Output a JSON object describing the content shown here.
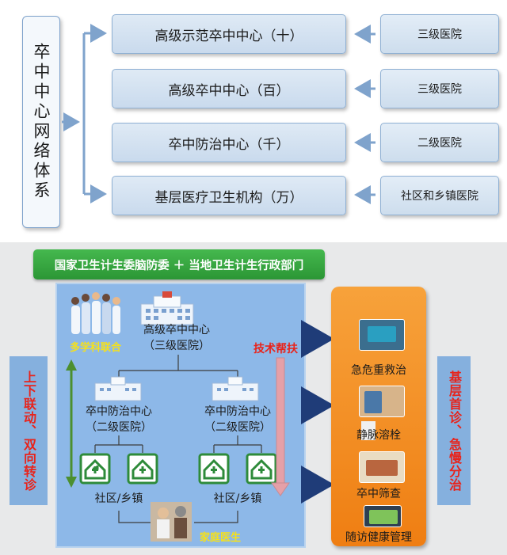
{
  "network": {
    "label": "卒中中心网络体系",
    "levels": [
      {
        "label": "高级示范卒中中心（十）",
        "hospital": "三级医院"
      },
      {
        "label": "高级卒中中心（百）",
        "hospital": "三级医院"
      },
      {
        "label": "卒中防治中心（千）",
        "hospital": "二级医院"
      },
      {
        "label": "基层医疗卫生机构（万）",
        "hospital": "社区和乡镇医院"
      }
    ]
  },
  "bottom": {
    "banner": "国家卫生计生委脑防委 ＋ 当地卫生计生行政部门",
    "left_side": "上下联动、双向转诊",
    "right_side": "基层首诊、急慢分治",
    "multidisciplinary": "多学科联合",
    "advanced_center": {
      "line1": "高级卒中中心",
      "line2": "（三级医院）"
    },
    "tech_support": "技术帮扶",
    "prevention_center": {
      "line1": "卒中防治中心",
      "line2": "（二级医院）"
    },
    "community": "社区/乡镇",
    "family_doctor": "家庭医生",
    "services": [
      "急危重救治",
      "静脉溶栓",
      "卒中筛查",
      "随访健康管理"
    ]
  },
  "colors": {
    "accent_blue": "#8db8e8",
    "banner_green": "#3aa843",
    "service_orange": "#f28a1e",
    "highlight_red": "#e8231b",
    "highlight_yellow": "#f6e11a",
    "care_green": "#2e8b3a"
  }
}
